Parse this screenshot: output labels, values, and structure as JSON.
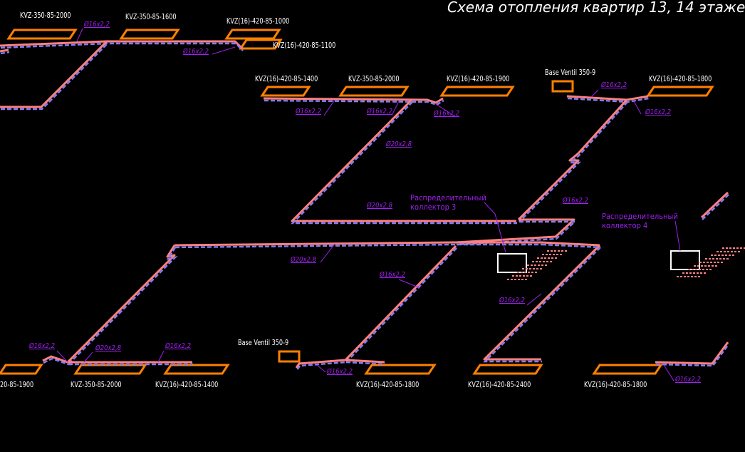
{
  "title": "Схема отопления квартир 13, 14 этаже",
  "colors": {
    "background": "#000000",
    "radiator": "#ff8000",
    "pipe_supply": "#ff8080",
    "pipe_return": "#8080ff",
    "pipe_label": "#a020f0",
    "text": "#ffffff"
  },
  "radiators": [
    "KVZ-350-85-2000",
    "KVZ-350-85-1600",
    "KVZ(16)-420-85-1000",
    "KVZ(16)-420-85-1100",
    "KVZ(16)-420-85-1400",
    "KVZ-350-85-2000",
    "KVZ(16)-420-85-1900",
    "Base Ventil 350-9",
    "KVZ(16)-420-85-1800",
    "20-85-1900",
    "KVZ-350-85-2000",
    "KVZ(16)-420-85-1400",
    "Base Ventil 350-9",
    "KVZ(16)-420-85-1800",
    "KVZ(16)-420-85-2400",
    "KVZ(16)-420-85-1800"
  ],
  "pipe_labels": [
    "Ø16x2,2",
    "Ø16x2,2",
    "Ø16x2,2",
    "Ø16x2,2",
    "Ø16x2,2",
    "Ø16x2,2",
    "Ø16x2,2",
    "Ø20x2,8",
    "Ø20x2,8",
    "Ø16x2,2",
    "Ø20x2,8",
    "Ø16x2,2",
    "Ø16x2,2",
    "Ø16x2,2",
    "Ø20x2,8",
    "Ø16x2,2",
    "Ø16x2,2",
    "Ø16x2,2"
  ],
  "collectors": [
    {
      "line1": "Распределительный",
      "line2": "коллектор 3"
    },
    {
      "line1": "Распределительный",
      "line2": "коллектор 4"
    }
  ]
}
